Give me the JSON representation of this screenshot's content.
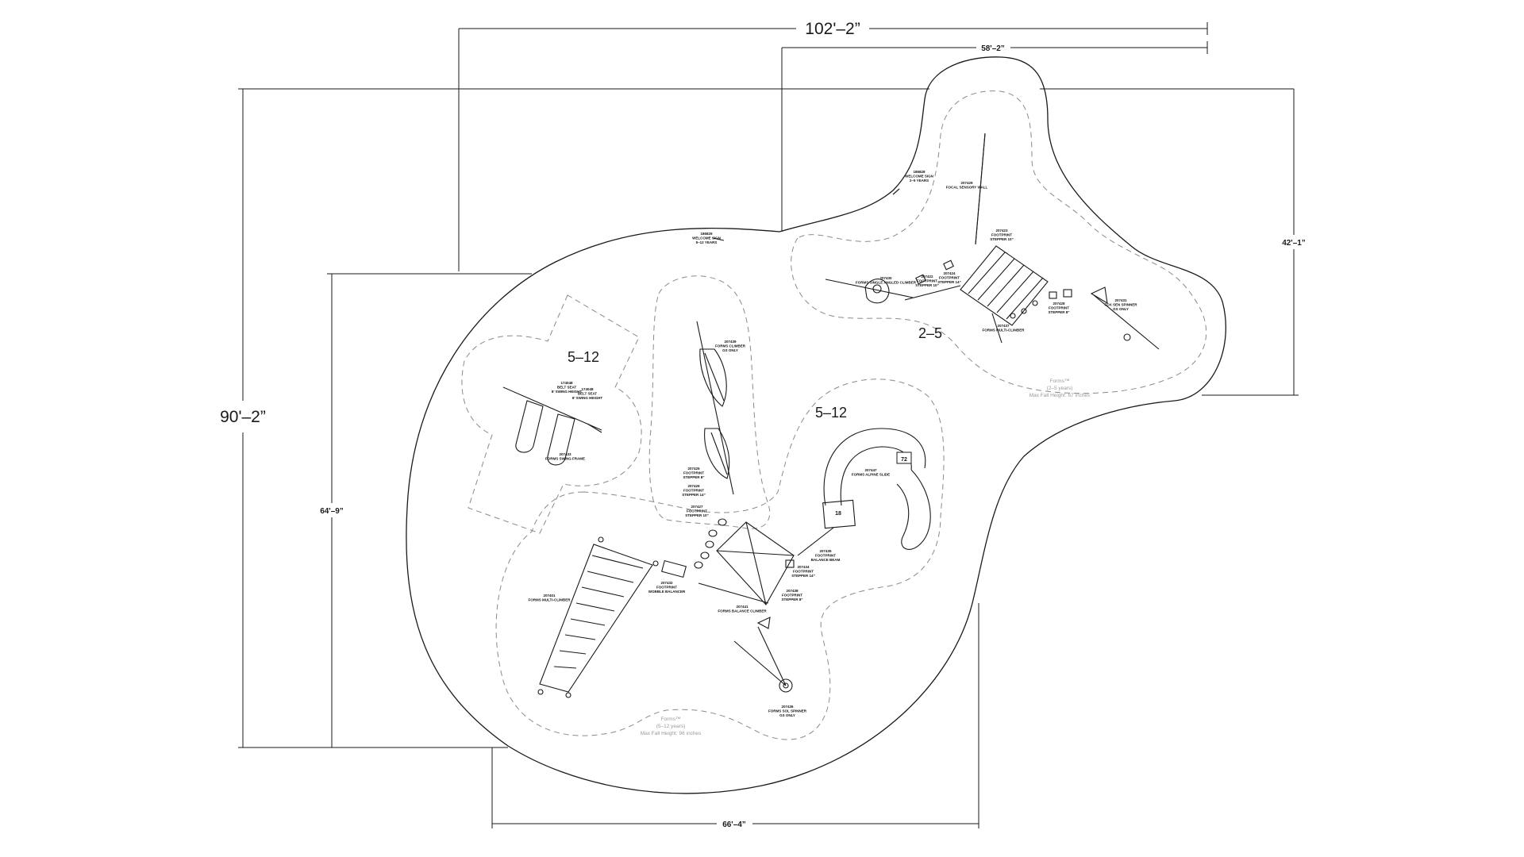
{
  "dimensions": {
    "overall_width": "102'–2”",
    "upper_width": "58'–2”",
    "overall_height": "90'–2”",
    "inner_height": "64'–9”",
    "right_height": "42'–1”",
    "bottom_width": "66'–4”"
  },
  "zones": {
    "left": "5–12",
    "middle": "5–12",
    "toddler": "2–5"
  },
  "zone_notes": [
    {
      "name": "Forms™",
      "ages": "(2–5 years)",
      "height": "Max Fall Height: 67 inches"
    },
    {
      "name": "Forms™",
      "ages": "(5–12 years)",
      "height": "Max Fall Height: 96 inches"
    }
  ],
  "slide_markers": [
    "72",
    "18"
  ],
  "component_tags": [
    {
      "code": "186828",
      "name": "WELCOME SIGN",
      "sub": "2–5 YEARS"
    },
    {
      "code": "186829",
      "name": "WELCOME SIGN",
      "sub": "5–12 YEARS"
    },
    {
      "code": "207429",
      "name": "FOCAL SENSORY WALL",
      "sub": ""
    },
    {
      "code": "207423",
      "name": "FOOTPRINT",
      "sub": "STEPPER 10”"
    },
    {
      "code": "207430",
      "name": "FORMS SINGLE ANGLED CLIMBER",
      "sub": ""
    },
    {
      "code": "207422",
      "name": "FOOTPRINT",
      "sub": "STEPPER 10”"
    },
    {
      "code": "207424",
      "name": "FOOTPRINT",
      "sub": "STEPPER 14”"
    },
    {
      "code": "207437",
      "name": "FORMS MULTI-CLIMBER",
      "sub": ""
    },
    {
      "code": "207428",
      "name": "FOOTPRINT",
      "sub": "STEPPER 8”"
    },
    {
      "code": "207431",
      "name": "FOX SEN SPINNER",
      "sub": "GS ONLY"
    },
    {
      "code": "174048",
      "name": "BELT SEAT",
      "sub": "8’ SWING HEIGHT"
    },
    {
      "code": "174048",
      "name": "BELT SEAT",
      "sub": "8’ SWING HEIGHT"
    },
    {
      "code": "207433",
      "name": "FORMS SWING FRAME",
      "sub": ""
    },
    {
      "code": "207439",
      "name": "FORMS CLIMBER",
      "sub": "GS ONLY"
    },
    {
      "code": "207425",
      "name": "FOOTPRINT",
      "sub": "STEPPER 8”"
    },
    {
      "code": "207426",
      "name": "FOOTPRINT",
      "sub": "STEPPER 14”"
    },
    {
      "code": "207427",
      "name": "FOOTPRINT",
      "sub": "STEPPER 10”"
    },
    {
      "code": "207447",
      "name": "FORMS ALPINE SLIDE",
      "sub": ""
    },
    {
      "code": "207435",
      "name": "FOOTPRINT",
      "sub": "BALANCE BEAM"
    },
    {
      "code": "207434",
      "name": "FOOTPRINT",
      "sub": "STEPPER 14”"
    },
    {
      "code": "207438",
      "name": "FOOTPRINT",
      "sub": "STEPPER 8”"
    },
    {
      "code": "207432",
      "name": "FOOTPRINT",
      "sub": "WOBBLE BALANCER"
    },
    {
      "code": "207441",
      "name": "FORMS BALANCE CLIMBER",
      "sub": ""
    },
    {
      "code": "207401",
      "name": "FORMS MULTI-CLIMBER",
      "sub": ""
    },
    {
      "code": "207436",
      "name": "FORMS SOL SPINNER",
      "sub": "GS ONLY"
    }
  ]
}
